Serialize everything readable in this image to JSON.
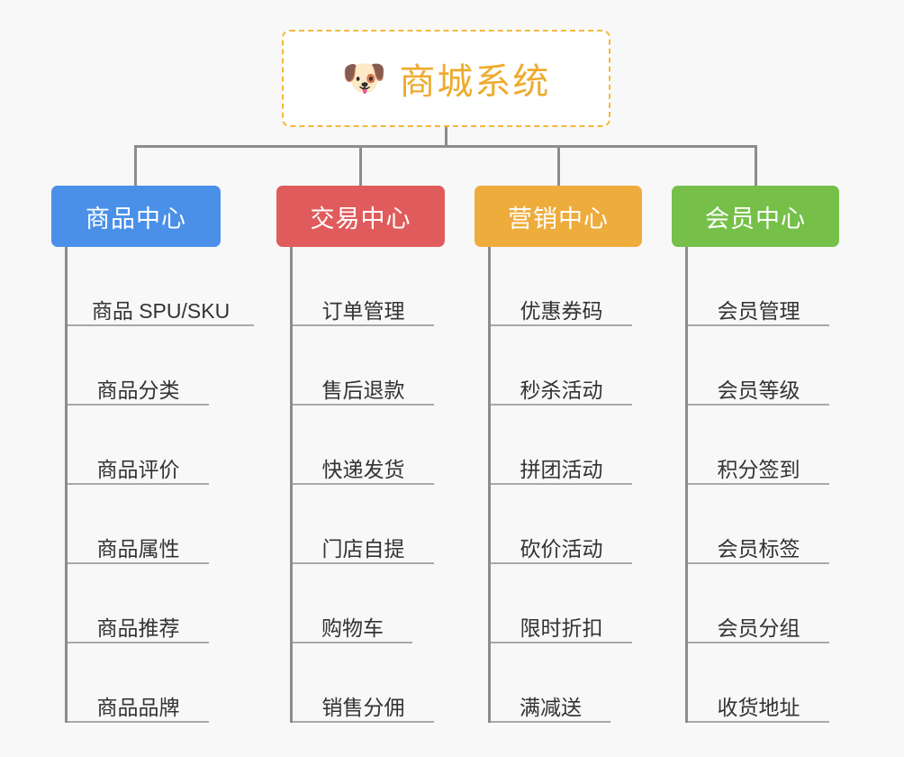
{
  "page": {
    "background_color": "#f8f8f8",
    "line_color": "#8c8c8c",
    "leaf_underline_color": "#a8a8a8",
    "leaf_text_color": "#333333"
  },
  "root": {
    "icon": "dog-face-emoji",
    "emoji": "🐶",
    "title": "商城系统",
    "title_color": "#eeab2e",
    "border_color": "#f3b93c",
    "background_color": "#ffffff"
  },
  "branches": [
    {
      "title": "商品中心",
      "color": "#4a90e8",
      "items": [
        "商品 SPU/SKU",
        "商品分类",
        "商品评价",
        "商品属性",
        "商品推荐",
        "商品品牌"
      ]
    },
    {
      "title": "交易中心",
      "color": "#e05c5c",
      "items": [
        "订单管理",
        "售后退款",
        "快递发货",
        "门店自提",
        "购物车",
        "销售分佣"
      ]
    },
    {
      "title": "营销中心",
      "color": "#eeac3c",
      "items": [
        "优惠券码",
        "秒杀活动",
        "拼团活动",
        "砍价活动",
        "限时折扣",
        "满减送"
      ]
    },
    {
      "title": "会员中心",
      "color": "#76c04a",
      "items": [
        "会员管理",
        "会员等级",
        "积分签到",
        "会员标签",
        "会员分组",
        "收货地址"
      ]
    }
  ]
}
